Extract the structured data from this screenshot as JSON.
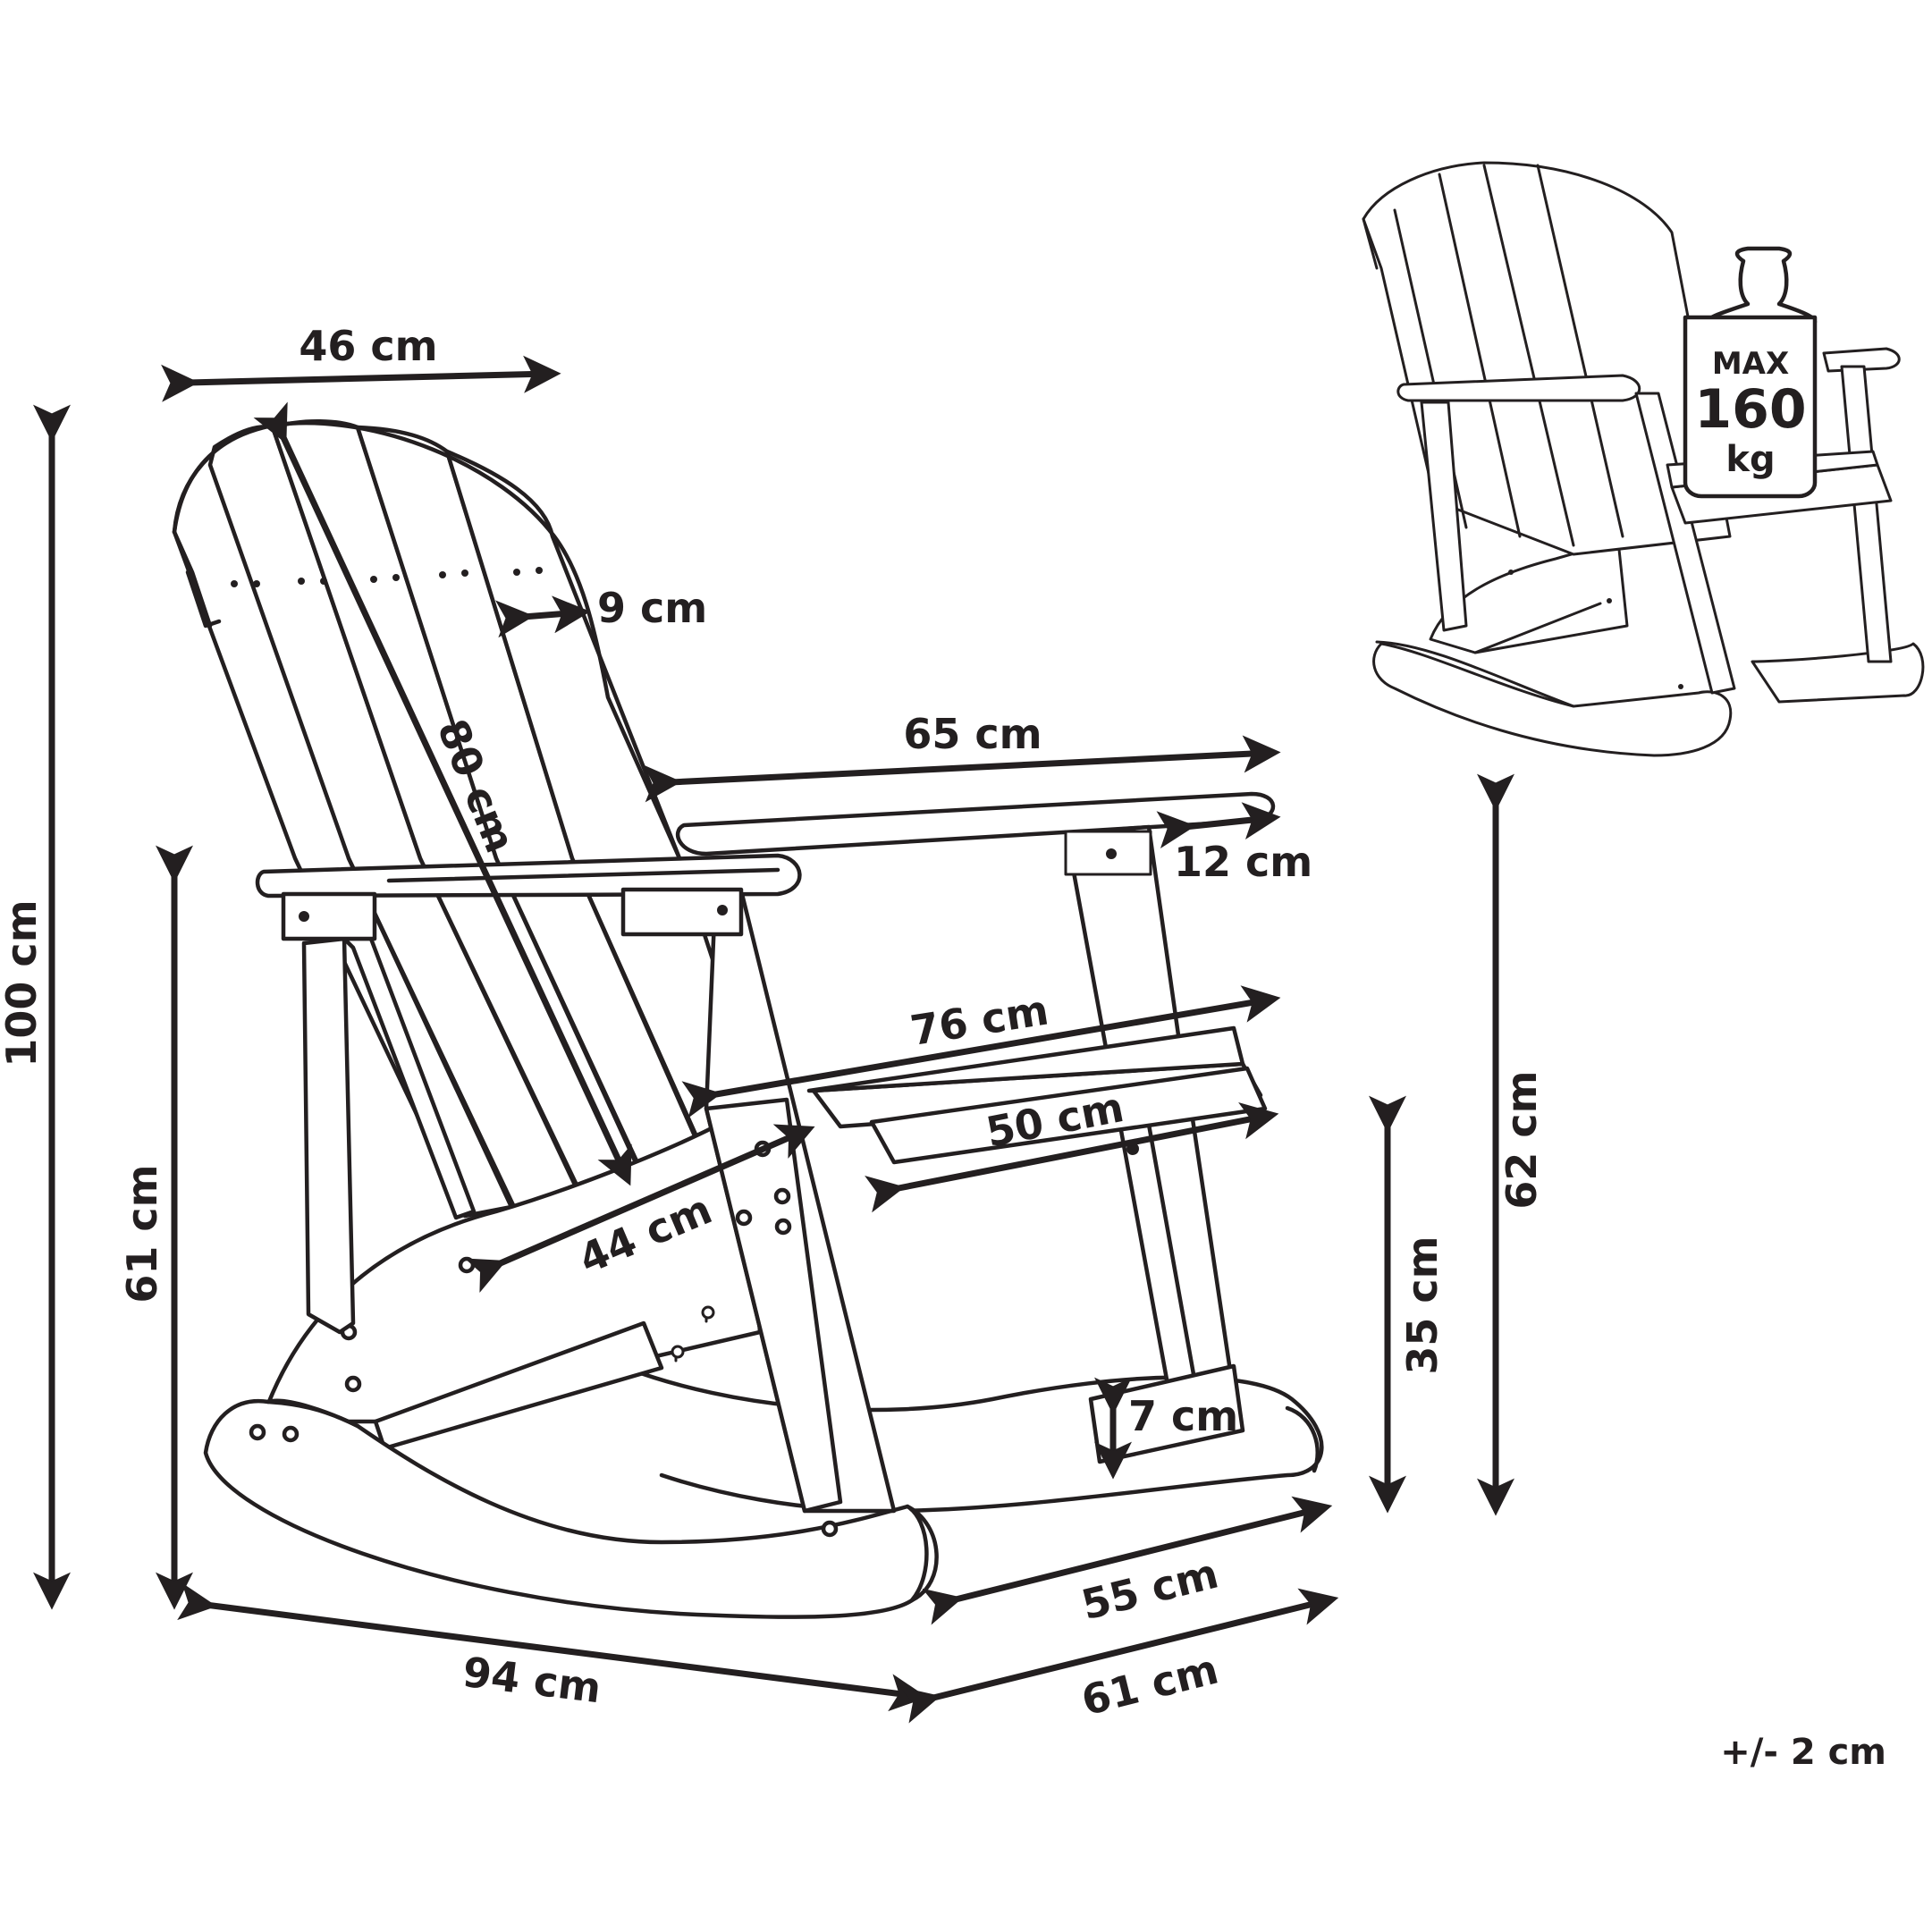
{
  "dimensions": {
    "width_top": "46 cm",
    "backrest_length": "80 cm",
    "slat_width": "9 cm",
    "armrest_length": "65 cm",
    "armrest_width": "12 cm",
    "total_height": "100 cm",
    "armrest_height": "61 cm",
    "seat_depth": "76 cm",
    "seat_width": "50 cm",
    "seat_diagonal": "44 cm",
    "seat_height": "35 cm",
    "side_height": "62 cm",
    "rocker_height": "7 cm",
    "total_depth": "94 cm",
    "inner_width": "55 cm",
    "total_width": "61 cm"
  },
  "badge": {
    "line1": "MAX",
    "line2": "160",
    "line3": "kg"
  },
  "tolerance": "+/- 2 cm",
  "colors": {
    "line": "#231f20",
    "background": "#ffffff"
  }
}
